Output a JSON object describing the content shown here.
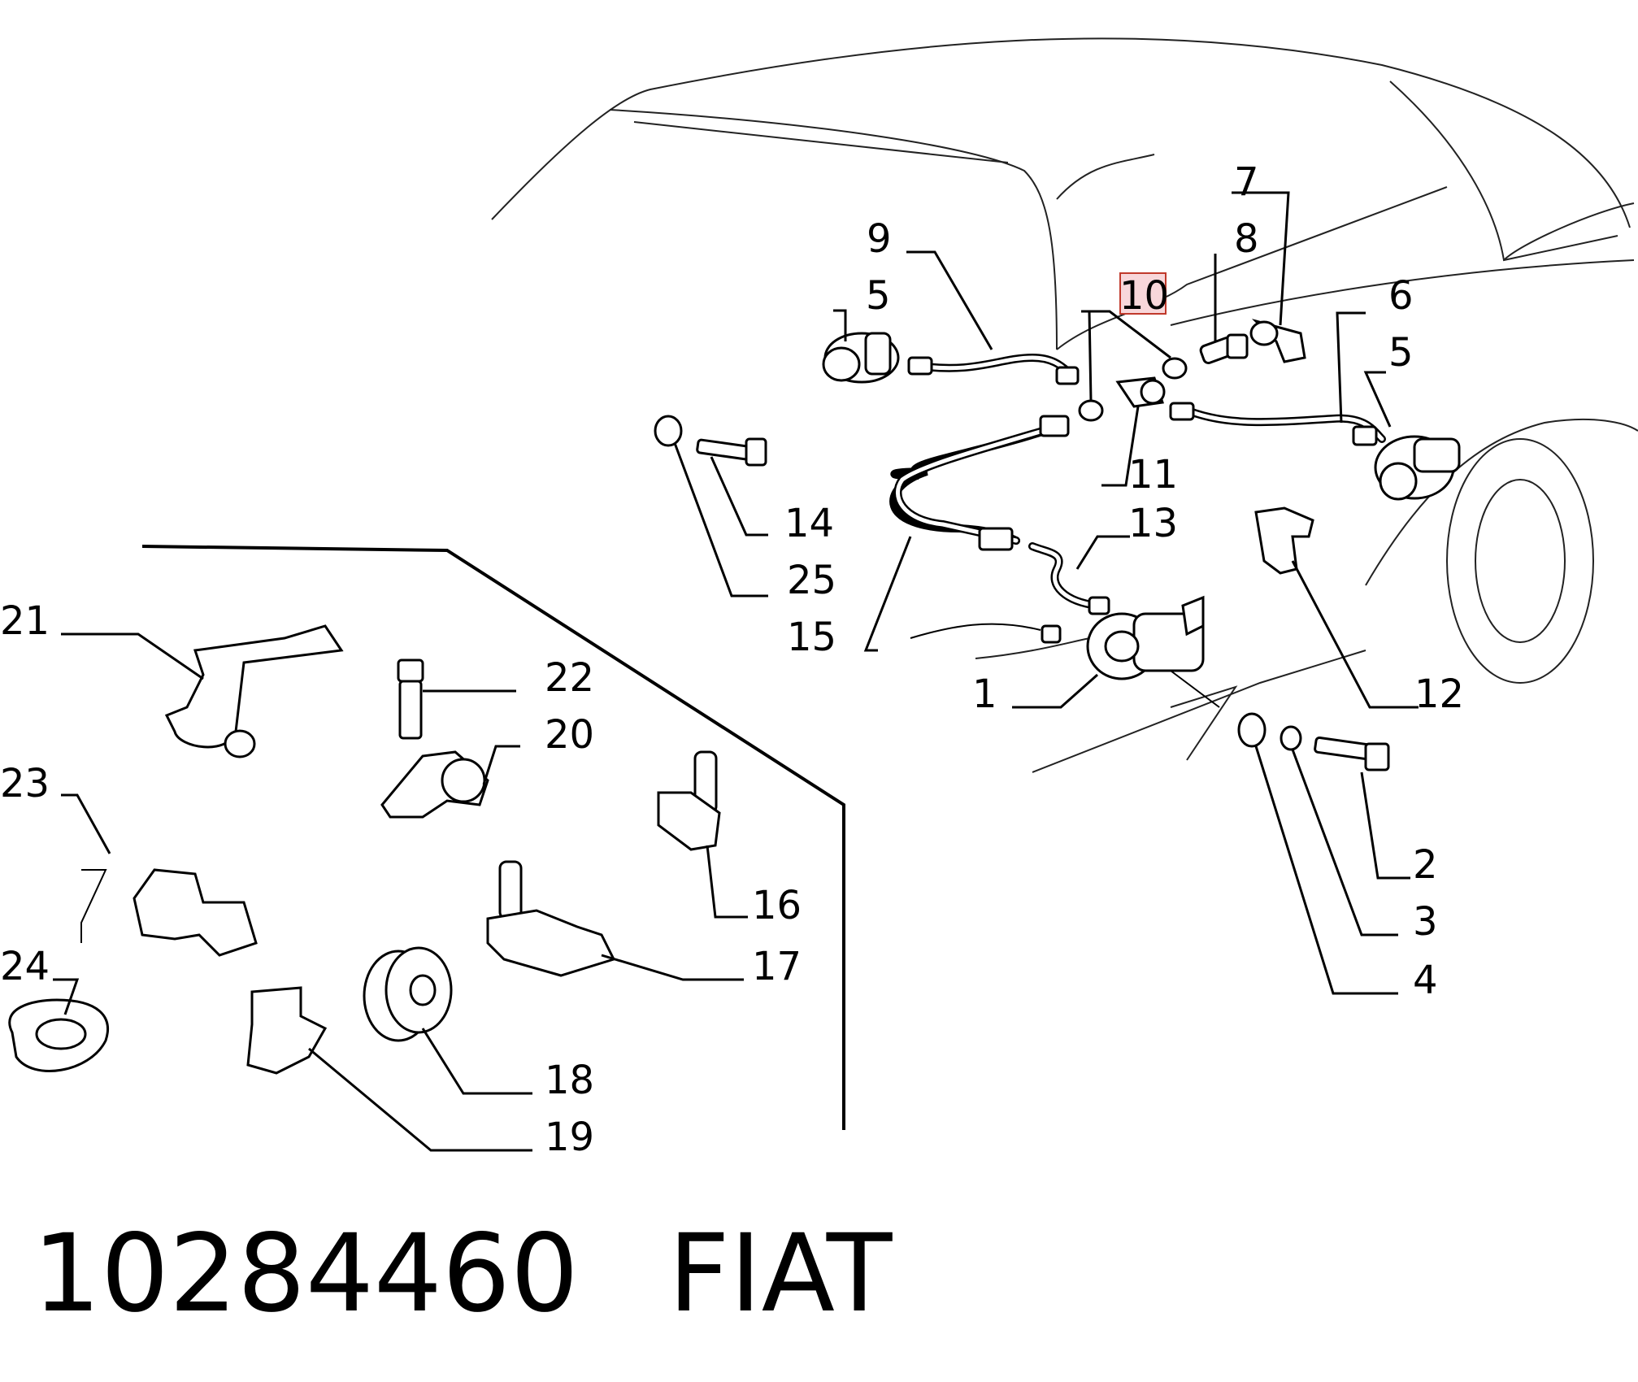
{
  "callouts": [
    {
      "id": "1",
      "label": "1"
    },
    {
      "id": "2",
      "label": "2"
    },
    {
      "id": "3",
      "label": "3"
    },
    {
      "id": "4",
      "label": "4"
    },
    {
      "id": "5a",
      "label": "5"
    },
    {
      "id": "5b",
      "label": "5"
    },
    {
      "id": "6",
      "label": "6"
    },
    {
      "id": "7",
      "label": "7"
    },
    {
      "id": "8",
      "label": "8"
    },
    {
      "id": "9",
      "label": "9"
    },
    {
      "id": "10",
      "label": "10",
      "highlighted": true
    },
    {
      "id": "11",
      "label": "11"
    },
    {
      "id": "12",
      "label": "12"
    },
    {
      "id": "13",
      "label": "13"
    },
    {
      "id": "14",
      "label": "14"
    },
    {
      "id": "15",
      "label": "15"
    },
    {
      "id": "16",
      "label": "16"
    },
    {
      "id": "17",
      "label": "17"
    },
    {
      "id": "18",
      "label": "18"
    },
    {
      "id": "19",
      "label": "19"
    },
    {
      "id": "20",
      "label": "20"
    },
    {
      "id": "21",
      "label": "21"
    },
    {
      "id": "22",
      "label": "22"
    },
    {
      "id": "23",
      "label": "23"
    },
    {
      "id": "24",
      "label": "24"
    },
    {
      "id": "25",
      "label": "25"
    }
  ],
  "footer": {
    "part_number": "10284460",
    "brand": "FIAT"
  },
  "colors": {
    "highlight_fill": "#f8d7da",
    "highlight_stroke": "#c0392b",
    "ink": "#000000"
  }
}
